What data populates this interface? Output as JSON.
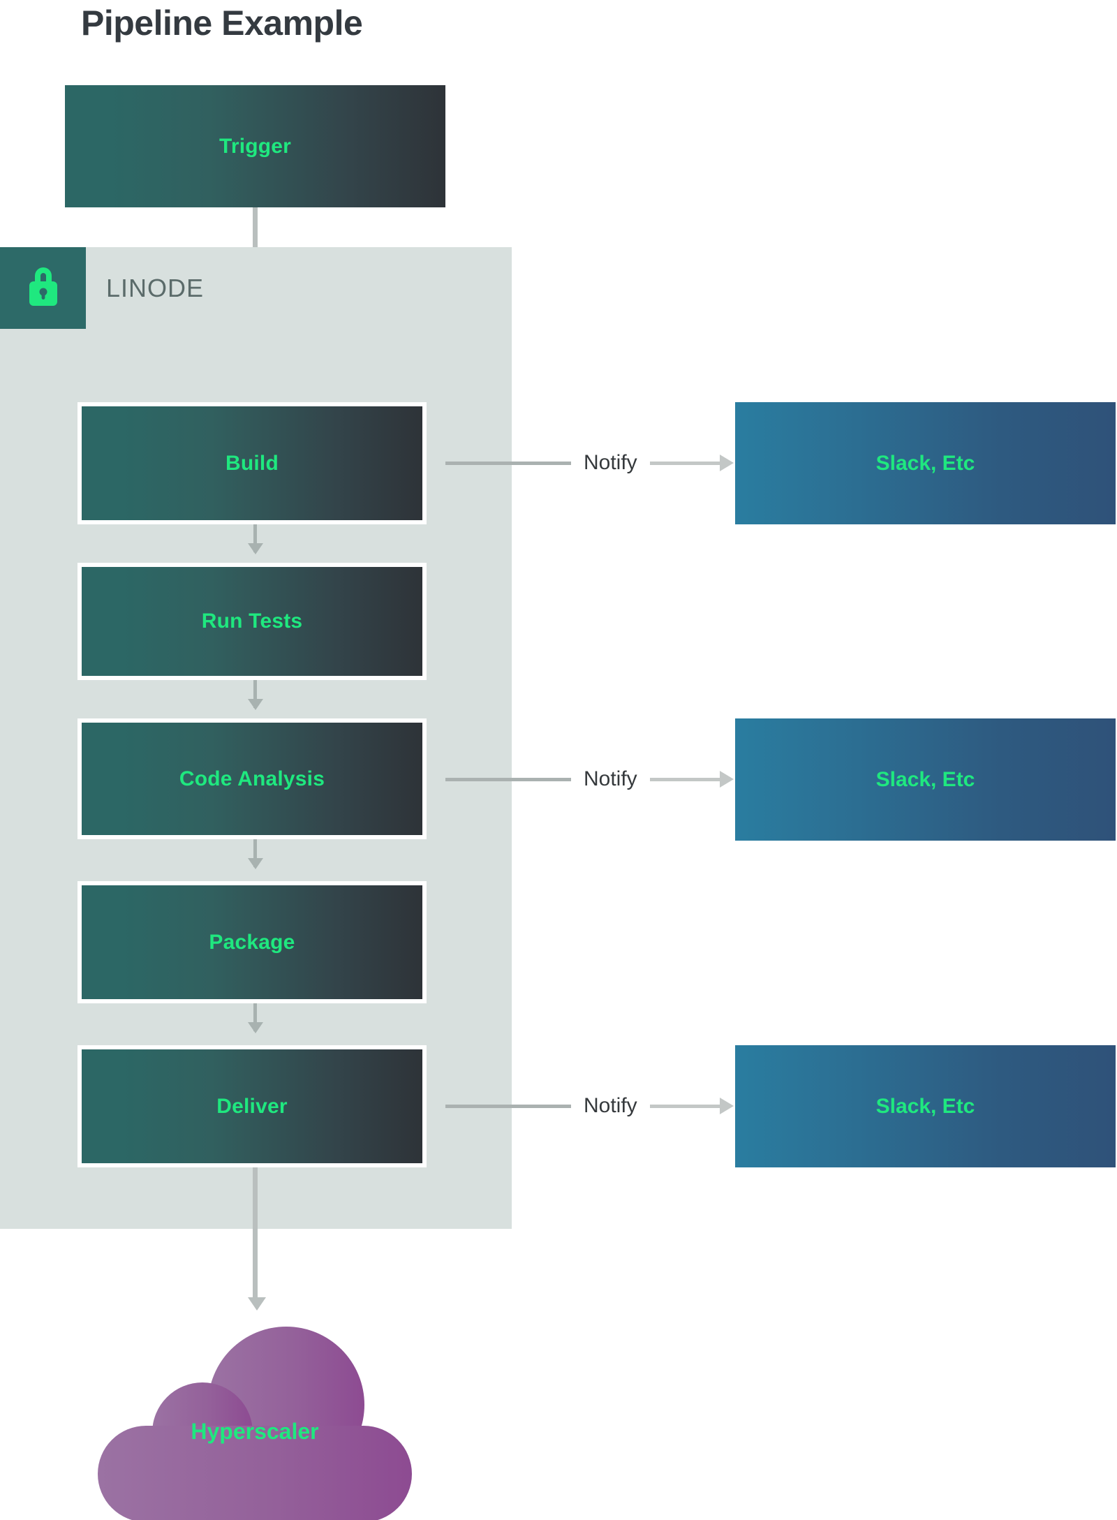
{
  "page": {
    "title": "Pipeline Example",
    "background": "#ffffff"
  },
  "colors": {
    "accent_green": "#1fe87f",
    "title_text": "#343a40",
    "zone_panel": "#d8e0de",
    "badge_teal": "#2d6a68",
    "stage_gradient_from": "#2c6765",
    "stage_gradient_to": "#2e3338",
    "notify_gradient_from": "#2a7da0",
    "notify_gradient_to": "#2f5279",
    "cloud_from": "#9a6fa0",
    "cloud_to": "#8e4a92",
    "connector_gray": "#b9bfbe"
  },
  "zone": {
    "label": "LINODE",
    "icon": "lock-icon"
  },
  "trigger": {
    "label": "Trigger"
  },
  "stages": [
    {
      "label": "Build"
    },
    {
      "label": "Run Tests"
    },
    {
      "label": "Code Analysis"
    },
    {
      "label": "Package"
    },
    {
      "label": "Deliver"
    }
  ],
  "notifications": [
    {
      "edge_label": "Notify",
      "target_label": "Slack, Etc",
      "from_stage": "Build"
    },
    {
      "edge_label": "Notify",
      "target_label": "Slack, Etc",
      "from_stage": "Code Analysis"
    },
    {
      "edge_label": "Notify",
      "target_label": "Slack, Etc",
      "from_stage": "Deliver"
    }
  ],
  "cloud": {
    "label": "Hyperscaler"
  }
}
